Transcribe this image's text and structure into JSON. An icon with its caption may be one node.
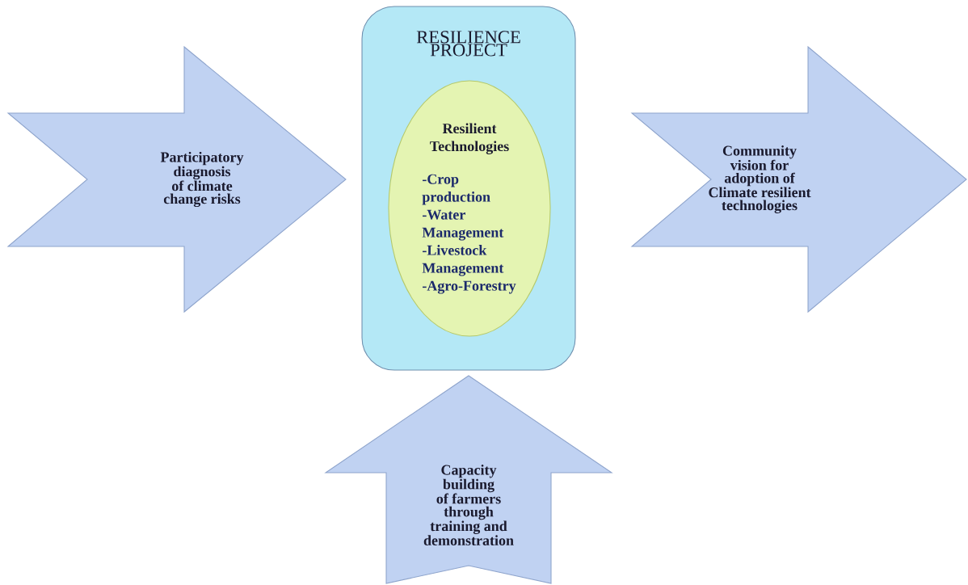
{
  "diagram": {
    "nodes": [
      {
        "text": [
          "Participatory diagnosis of climate change risks"
        ]
      },
      {
        "text": [
          "RESILIENCE PROJECT"
        ]
      },
      {
        "text": [
          "Resilient Technologies",
          "-Crop production",
          "-Water Management",
          "-Livestock Management",
          "-Agro-Forestry"
        ],
        "in": 1
      },
      {
        "text": [
          "Community vision for adoption of Climate resilient technologies"
        ]
      },
      {
        "text": [
          "Capacity building of farmers through training and demonstration"
        ]
      }
    ]
  }
}
